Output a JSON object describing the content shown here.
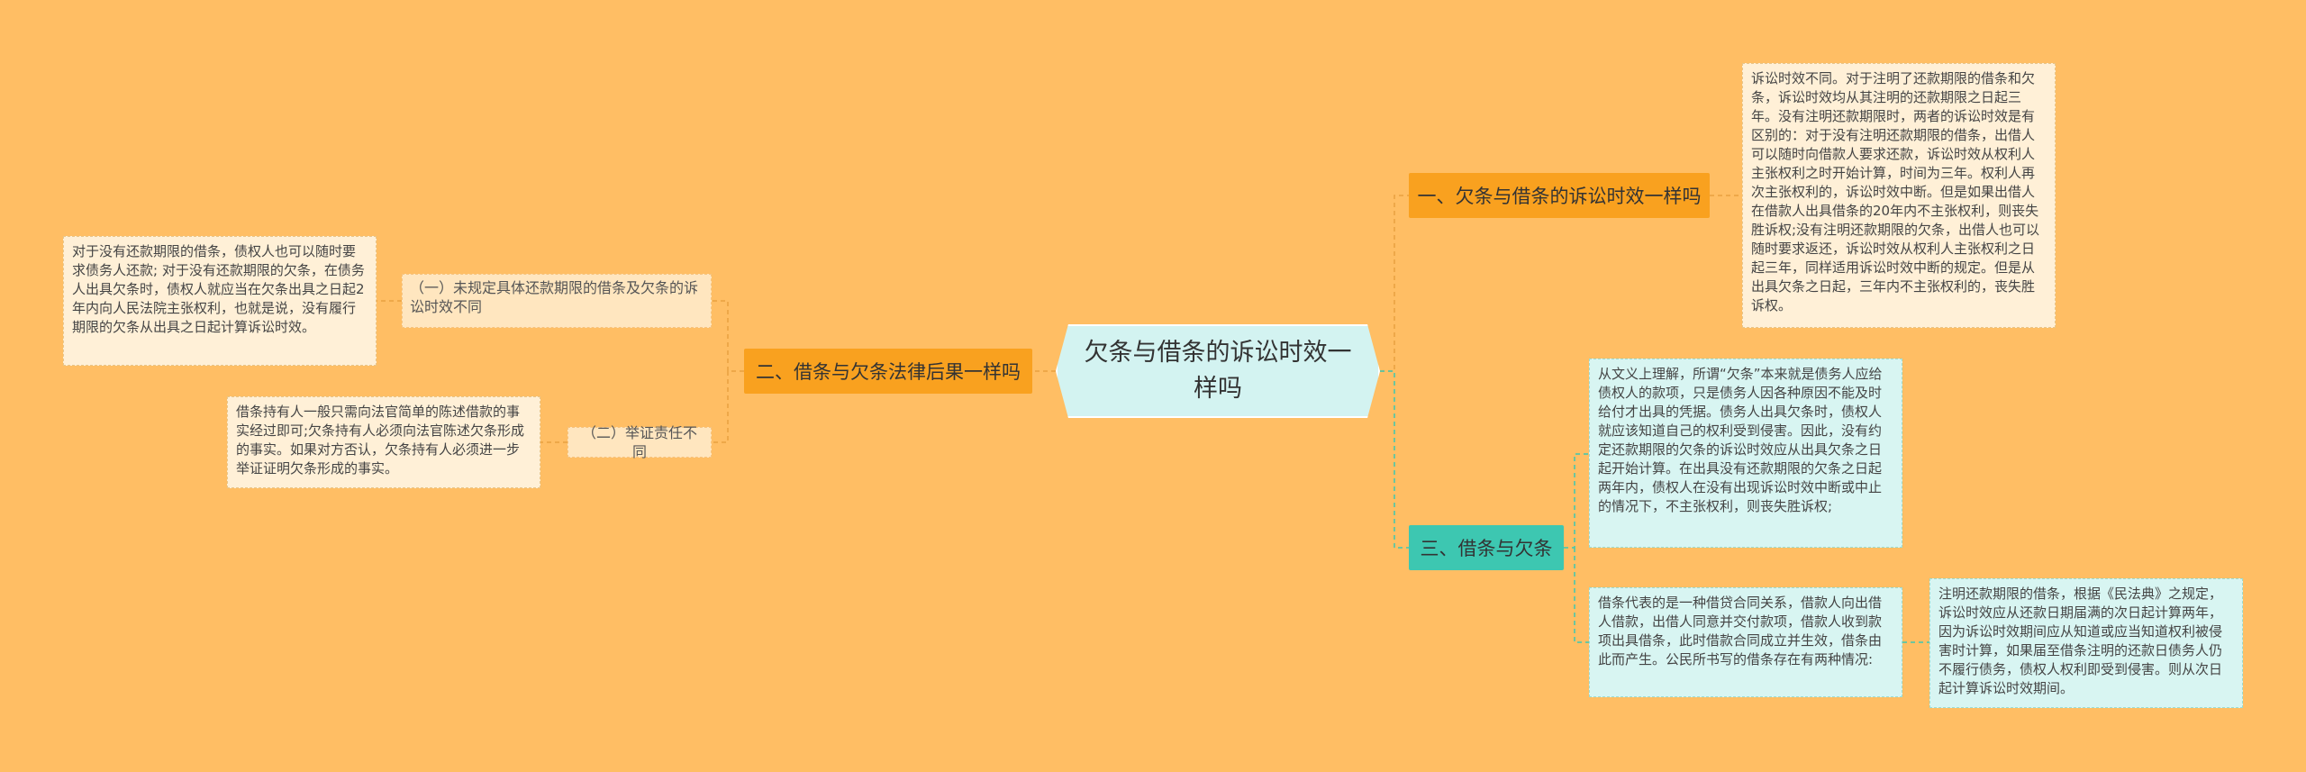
{
  "colors": {
    "background": "#FFBE64",
    "root_fill": "#D3F3F1",
    "branch_orange": "#F9A11F",
    "branch_teal": "#3DC7B1",
    "leaf_cream": "#FFF0D7",
    "leaf_cyan": "#D8F5F2"
  },
  "root": {
    "label": "欠条与借条的诉讼时效一样吗"
  },
  "branch1": {
    "label": "一、欠条与借条的诉讼时效一样吗",
    "text": "诉讼时效不同。对于注明了还款期限的借条和欠条，诉讼时效均从其注明的还款期限之日起三年。没有注明还款期限时，两者的诉讼时效是有区别的：对于没有注明还款期限的借条，出借人可以随时向借款人要求还款，诉讼时效从权利人主张权利之时开始计算，时间为三年。权利人再次主张权利的，诉讼时效中断。但是如果出借人在借款人出具借条的20年内不主张权利，则丧失胜诉权;没有注明还款期限的欠条，出借人也可以随时要求返还，诉讼时效从权利人主张权利之日起三年，同样适用诉讼时效中断的规定。但是从出具欠条之日起，三年内不主张权利的，丧失胜诉权。"
  },
  "branch2": {
    "label": "二、借条与欠条法律后果一样吗",
    "sub1": {
      "label": "（一）未规定具体还款期限的借条及欠条的诉讼时效不同",
      "text": "对于没有还款期限的借条，债权人也可以随时要求债务人还款; 对于没有还款期限的欠条，在债务人出具欠条时，债权人就应当在欠条出具之日起2年内向人民法院主张权利，也就是说，没有履行期限的欠条从出具之日起计算诉讼时效。"
    },
    "sub2": {
      "label": "（二）举证责任不同",
      "text": "借条持有人一般只需向法官简单的陈述借款的事实经过即可;欠条持有人必须向法官陈述欠条形成的事实。如果对方否认，欠条持有人必须进一步举证证明欠条形成的事实。"
    }
  },
  "branch3": {
    "label": "三、借条与欠条",
    "leaf1": "从文义上理解，所谓“欠条”本来就是债务人应给债权人的款项，只是债务人因各种原因不能及时给付才出具的凭据。债务人出具欠条时，债权人就应该知道自己的权利受到侵害。因此，没有约定还款期限的欠条的诉讼时效应从出具欠条之日起开始计算。在出具没有还款期限的欠条之日起两年内，债权人在没有出现诉讼时效中断或中止的情况下，不主张权利，则丧失胜诉权;",
    "leaf2": "借条代表的是一种借贷合同关系，借款人向出借人借款，出借人同意并交付款项，借款人收到款项出具借条，此时借款合同成立并生效，借条由此而产生。公民所书写的借条存在有两种情况:",
    "leaf2_child": "注明还款期限的借条，根据《民法典》之规定，诉讼时效应从还款日期届满的次日起计算两年，因为诉讼时效期间应从知道或应当知道权利被侵害时计算，如果届至借条注明的还款日债务人仍不履行债务，债权人权利即受到侵害。则从次日起计算诉讼时效期间。"
  }
}
